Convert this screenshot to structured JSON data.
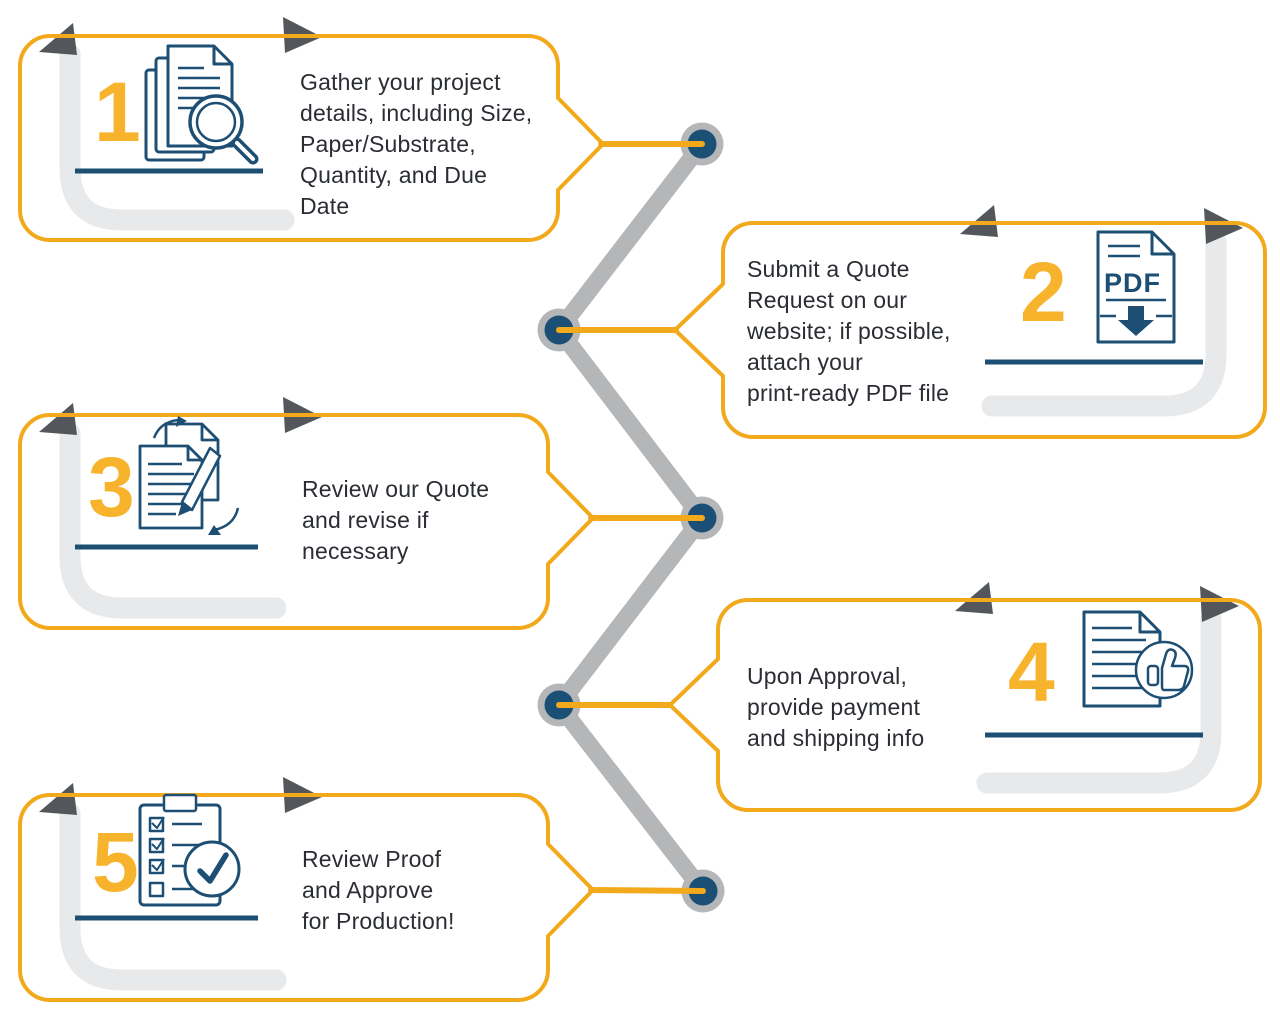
{
  "diagram": {
    "type": "process-flow-infographic",
    "step_count": 5,
    "colors": {
      "accent_yellow": "#F2A91C",
      "number_yellow": "#F7B32B",
      "navy": "#1D4E74",
      "node_navy": "#1C4F76",
      "zigzag_gray": "#B5B6B8",
      "shadow_gray": "#E8E9EA",
      "flag_gray": "#53575C",
      "text_color": "#2A2D33"
    },
    "pdf_label": "PDF",
    "steps": [
      {
        "number": "1",
        "side": "left",
        "icon": "documents-magnifier-icon",
        "text": "Gather your project\ndetails, including Size,\nPaper/Substrate,\nQuantity, and Due\nDate"
      },
      {
        "number": "2",
        "side": "right",
        "icon": "pdf-download-icon",
        "text": "Submit a Quote\nRequest on our\nwebsite; if possible,\nattach your\nprint-ready PDF file"
      },
      {
        "number": "3",
        "side": "left",
        "icon": "document-revise-icon",
        "text": "Review our Quote\nand revise if\nnecessary"
      },
      {
        "number": "4",
        "side": "right",
        "icon": "document-thumbs-up-icon",
        "text": "Upon Approval,\nprovide payment\nand shipping info"
      },
      {
        "number": "5",
        "side": "left",
        "icon": "checklist-approved-icon",
        "text": "Review Proof\nand Approve\nfor Production!"
      }
    ]
  }
}
